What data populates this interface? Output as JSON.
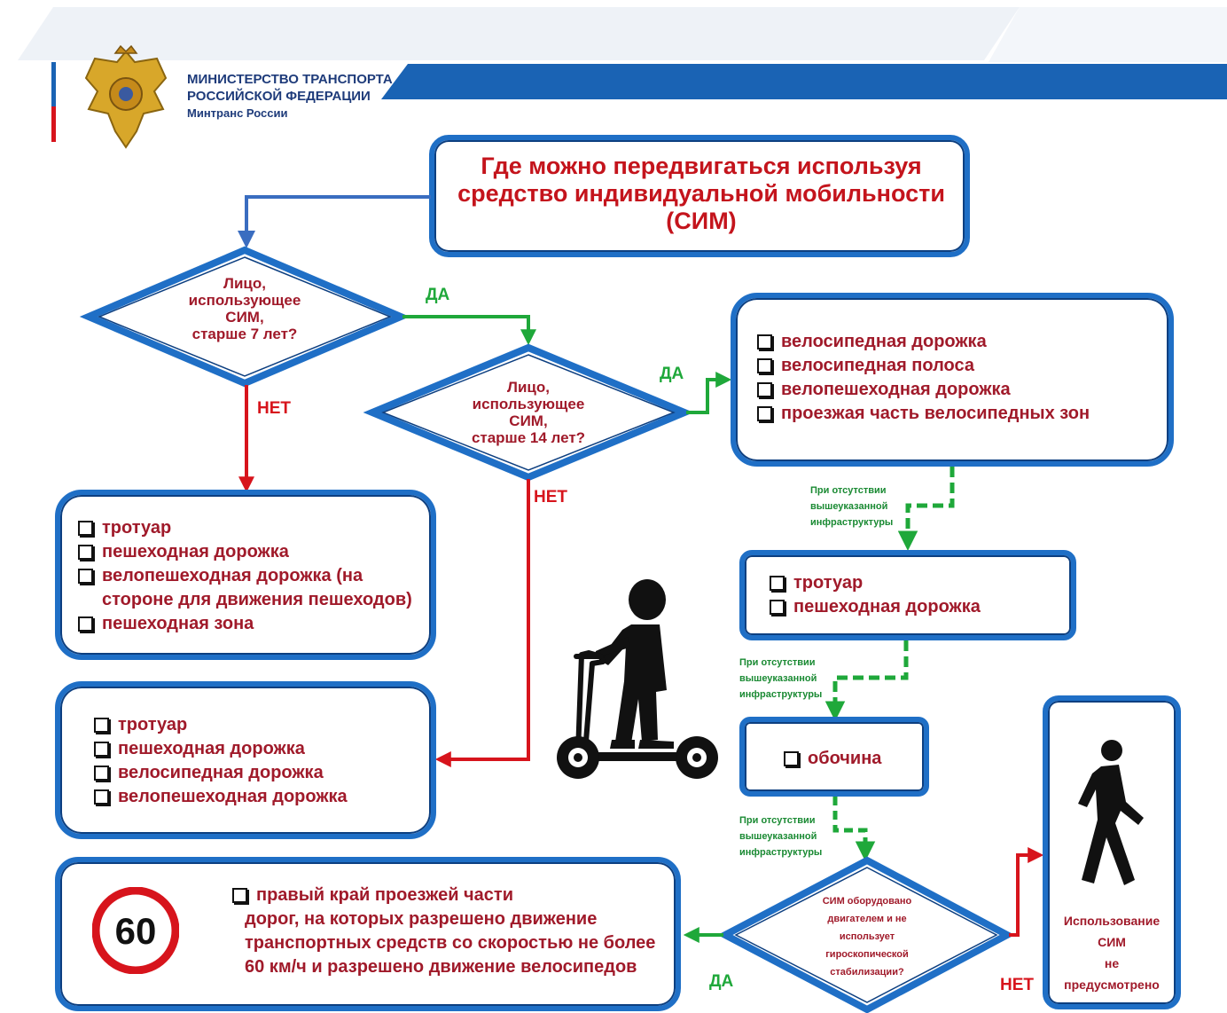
{
  "header": {
    "ministry_line1": "МИНИСТЕРСТВО ТРАНСПОРТА",
    "ministry_line2": "РОССИЙСКОЙ ФЕДЕРАЦИИ",
    "ministry_short": "Минтранс России"
  },
  "title": {
    "line1": "Где можно передвигаться используя",
    "line2": "средство индивидуальной мобильности",
    "line3": "(СИМ)"
  },
  "decision1": {
    "l1": "Лицо,",
    "l2": "использующее",
    "l3": "СИМ,",
    "l4": "старше 7 лет?"
  },
  "decision2": {
    "l1": "Лицо,",
    "l2": "использующее",
    "l3": "СИМ,",
    "l4": "старше 14 лет?"
  },
  "decision3": {
    "l1": "СИМ оборудовано",
    "l2": "двигателем и не",
    "l3": "использует",
    "l4": "гироскопической",
    "l5": "стабилизации?"
  },
  "labels": {
    "yes": "ДА",
    "no": "НЕТ"
  },
  "note": {
    "l1": "При отсутствии",
    "l2": "вышеуказанной",
    "l3": "инфраструктуры"
  },
  "box_bike": [
    "велосипедная дорожка",
    "велосипедная полоса",
    "велопешеходная дорожка",
    "проезжая часть велосипедных зон"
  ],
  "box_sidewalk": [
    "тротуар",
    "пешеходная дорожка"
  ],
  "box_shoulder": [
    "обочина"
  ],
  "box_under7": [
    "тротуар",
    "пешеходная дорожка",
    "велопешеходная дорожка (на",
    "стороне для движения пешеходов)",
    "пешеходная зона"
  ],
  "box_7to14": [
    "тротуар",
    "пешеходная дорожка",
    "велосипедная дорожка",
    "велопешеходная дорожка"
  ],
  "box_road": {
    "speed_sign": "60",
    "l1": "правый край проезжей части",
    "l2": "дорог, на которых разрешено движение",
    "l3": "транспортных средств со скоростью не более",
    "l4": "60 км/ч и разрешено движение велосипедов"
  },
  "box_not_allowed": {
    "l1": "Использование",
    "l2": "СИМ",
    "l3": "не",
    "l4": "предусмотрено"
  },
  "colors": {
    "frame": "#1f6fc6",
    "text": "#a01a2a",
    "yes": "#1fa83a",
    "no": "#d7141c",
    "header_band": "#1a63b4"
  },
  "icons": [
    "emblem-icon",
    "scooter-rider-icon",
    "pedestrian-icon",
    "speed-limit-sign-icon"
  ]
}
